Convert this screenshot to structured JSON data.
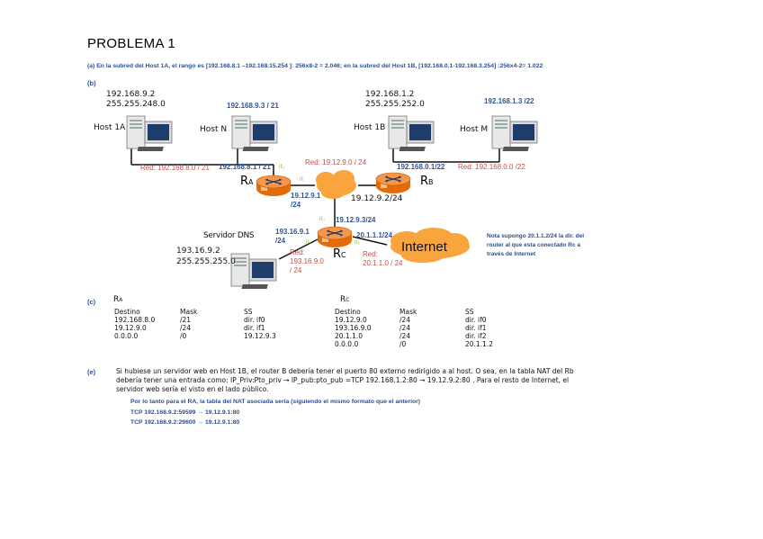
{
  "document": {
    "title": "PROBLEMA 1",
    "part_a": "(a) En la subred del Host 1A, el rango es [192.168.8.1 –192.168.15.254 ]: 256x8-2 = 2.046; en la subred del Host 1B, [192.168.0.1-192.168.3.254] :256x4-2= 1.022",
    "part_b_label": "(b)",
    "part_c_label": "(c)",
    "part_e_label": "(e)"
  },
  "diagram": {
    "host1a": {
      "label": "Host 1A",
      "ip": "192.168.9.2",
      "mask": "255.255.248.0"
    },
    "hostn": {
      "label": "Host N",
      "ip": "192.168.9.3 / 21"
    },
    "host1b": {
      "label": "Host 1B",
      "ip": "192.168.1.2",
      "mask": "255.255.252.0"
    },
    "hostm": {
      "label": "Host M",
      "ip": "192.168.1.3 /22"
    },
    "dns": {
      "label": "Servidor DNS",
      "ip": "193.16.9.2",
      "mask": "255.255.255.0"
    },
    "ra": {
      "label": "R",
      "sub": "A",
      "if0_ip": "192.168.8.1 / 21",
      "if1_ip_line1": "19.12.9.1",
      "if1_ip_line2": "/24"
    },
    "rb": {
      "label": "R",
      "sub": "B",
      "if_ip": "192.168.0.1/22",
      "wan_ip": "19.12.9.2/24"
    },
    "rc": {
      "label": "R",
      "sub": "C",
      "if0_ip": "19.12.9.3/24",
      "if1_ip_line1": "193.16.9.1",
      "if1_ip_line2": "/24",
      "if2_ip": "20.1.1.1/24"
    },
    "nets": {
      "net_a": "Red: 192.168.8.0 / 21",
      "net_b": "Red: 192.168.0.0 /22",
      "net_core": "Red: 19.12.9.0 / 24",
      "net_dns_1": "Red:",
      "net_dns_2": "193.16.9.0",
      "net_dns_3": "/ 24",
      "net_inet_1": "Red:",
      "net_inet_2": "20.1.1.0 / 24"
    },
    "if_labels": {
      "if0": "if₀",
      "if1": "if₁",
      "if2": "if₂"
    },
    "internet_label": "Internet",
    "note_lines": [
      "Nota supongo 20.1.1.2/24 la dir. del",
      "router al que esta conectado Rc a",
      "través de Internet"
    ]
  },
  "routing": {
    "ra": {
      "title": "R",
      "sub": "A",
      "headers": [
        "Destino",
        "Mask",
        "SS"
      ],
      "rows": [
        [
          "192.168.8.0",
          "/21",
          "dir. if0"
        ],
        [
          "19.12.9.0",
          "/24",
          "dir. if1"
        ],
        [
          "0.0.0.0",
          "/0",
          "19.12.9.3"
        ]
      ]
    },
    "rc": {
      "title": "R",
      "sub": "C",
      "headers": [
        "Destino",
        "Mask",
        "SS"
      ],
      "rows": [
        [
          "19.12.9.0",
          "/24",
          "dir. if0"
        ],
        [
          "193.16.9.0",
          "/24",
          "dir. if1"
        ],
        [
          "20.1.1.0",
          "/24",
          "dir. if2"
        ],
        [
          "0.0.0.0",
          "/0",
          "20.1.1.2"
        ]
      ]
    }
  },
  "part_e": {
    "lines": [
      "Si hubiese un servidor web en Host 1B, el router B debería tener el puerto 80 externo redirigido a al host. O sea, en la tabla NAT del Rb",
      "debería tener una entrada como: IP_Priv:Pto_priv → IP_pub:pto_pub  =TCP  192.168.1.2:80 → 19.12.9.2:80  . Para el resto de Internet, el",
      "servidor web sería el visto en el lado público."
    ],
    "nat_intro": "Por lo tanto para el RA, la tabla del NAT asociada sería (siguiendo el mismo formato que el anterior)",
    "nat_entries": [
      "TCP  192.168.9.2:59599  →  19.12.9.1:80",
      "TCP  192.168.9.2:29600  →  19.12.9.1:80"
    ]
  }
}
